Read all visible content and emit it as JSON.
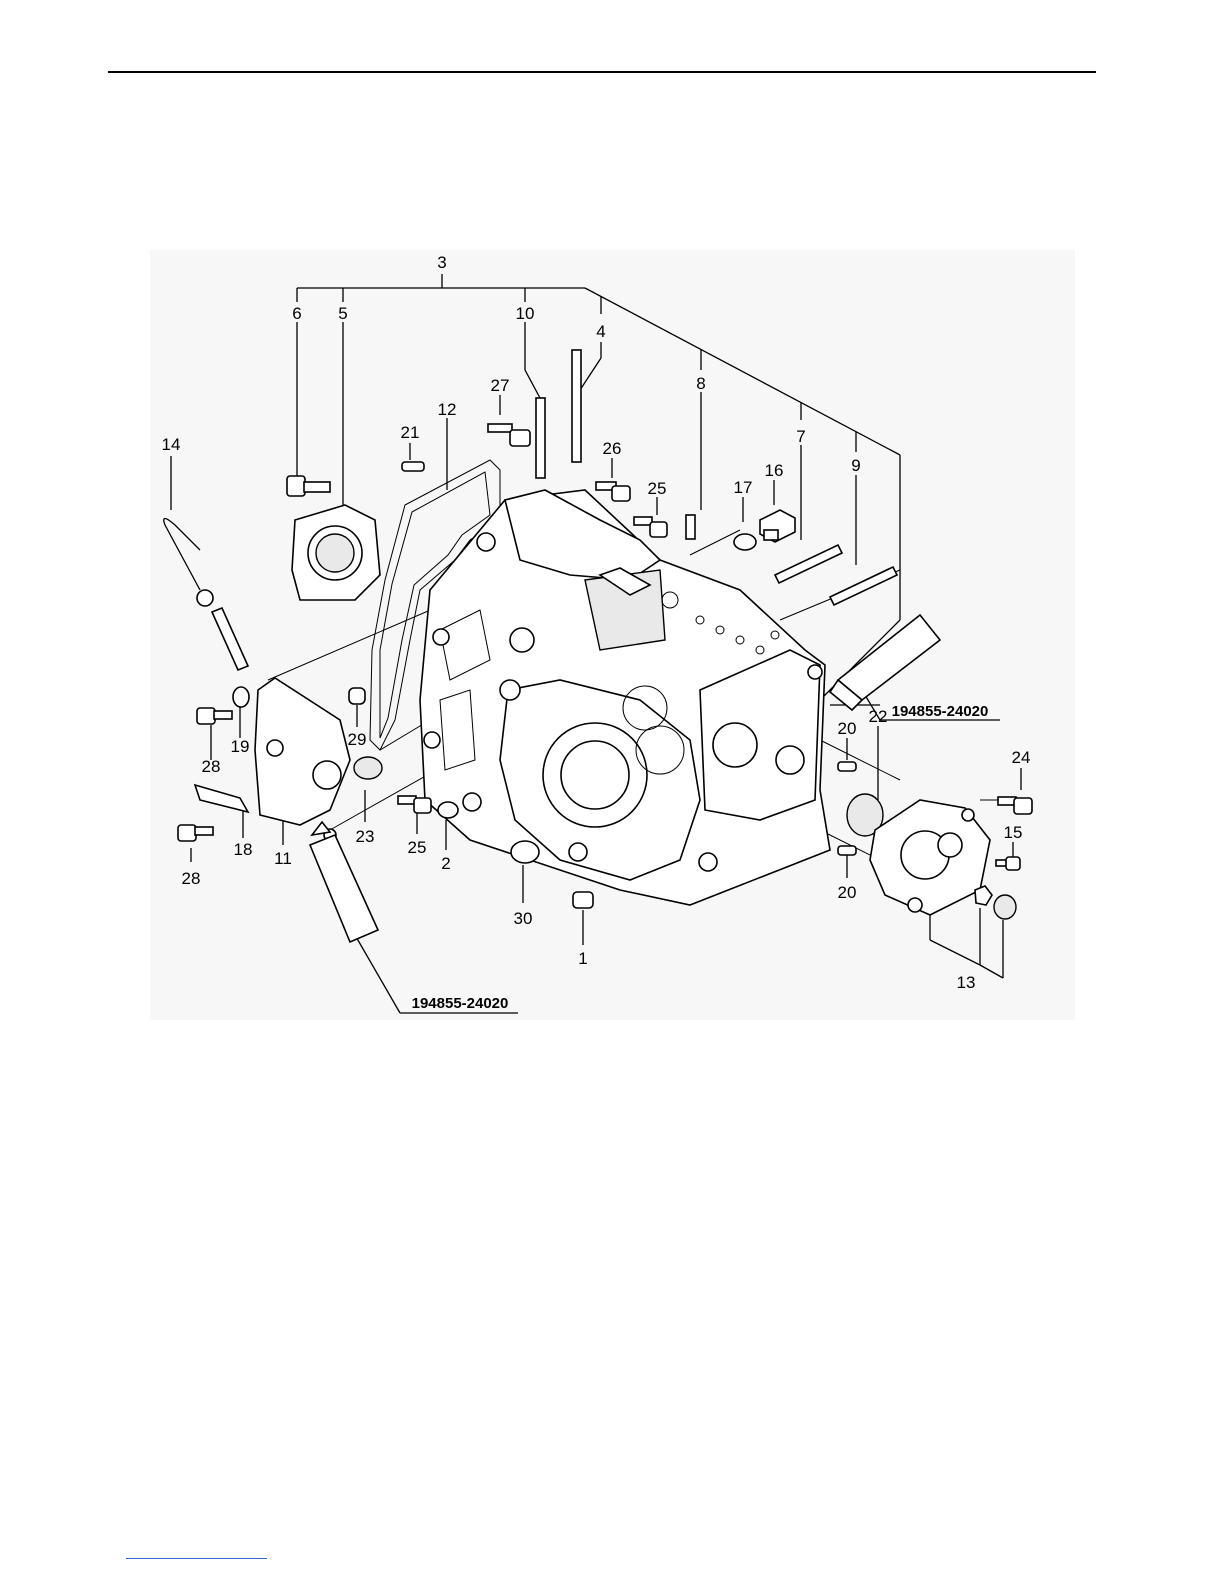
{
  "diagram": {
    "labels": [
      "1",
      "2",
      "3",
      "4",
      "5",
      "6",
      "7",
      "8",
      "9",
      "10",
      "11",
      "12",
      "13",
      "14",
      "15",
      "16",
      "17",
      "18",
      "19",
      "20",
      "20",
      "21",
      "22",
      "23",
      "24",
      "25",
      "25",
      "26",
      "27",
      "28",
      "28",
      "29",
      "30"
    ],
    "part_numbers": [
      "194855-24020",
      "194855-24020"
    ]
  }
}
